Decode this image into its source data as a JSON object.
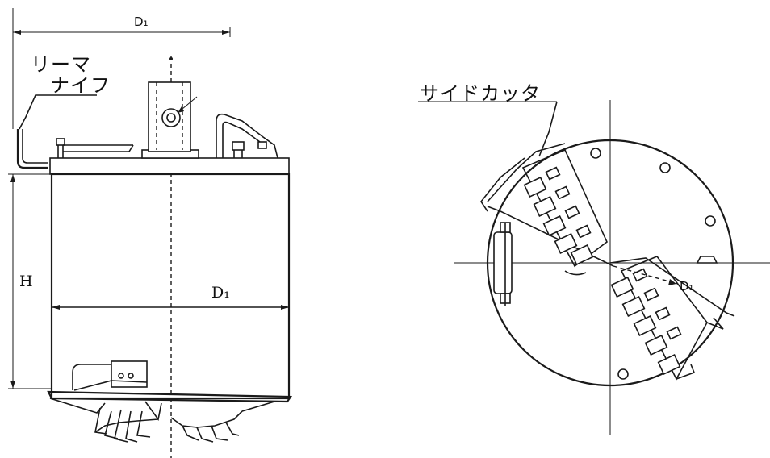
{
  "labels": {
    "d1_top": "D₁",
    "reamer_knife_line1": "リーマ",
    "reamer_knife_line2": "ナイフ",
    "height": "H",
    "d1_middle": "D₁",
    "side_cutter": "サイドカッタ",
    "d1_plan": "D₁"
  },
  "colors": {
    "ink": "#1a1a1a",
    "paper": "#ffffff"
  }
}
